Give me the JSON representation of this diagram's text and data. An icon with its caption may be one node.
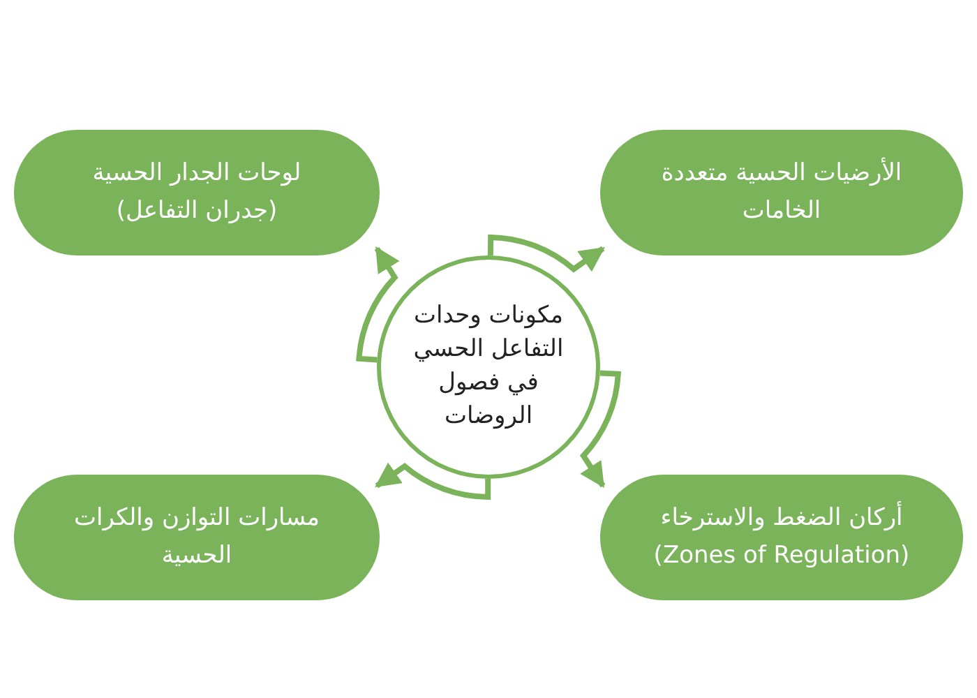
{
  "diagram": {
    "nodes": [
      {
        "text": [
          "مكونات وحدات التفاعل الحسي في فصول الروضات"
        ]
      },
      {
        "text": [
          "الأرضيات الحسية متعددة الخامات"
        ]
      },
      {
        "text": [
          "لوحات الجدار الحسية (جدران التفاعل)"
        ]
      },
      {
        "text": [
          "أركان الضغط والاسترخاء (Zones of Regulation)"
        ]
      },
      {
        "text": [
          "مسارات التوازن والكرات الحسية"
        ]
      }
    ],
    "edges": [
      {
        "from": 0,
        "to": 1,
        "arrow": "to"
      },
      {
        "from": 0,
        "to": 2,
        "arrow": "to"
      },
      {
        "from": 0,
        "to": 3,
        "arrow": "to"
      },
      {
        "from": 0,
        "to": 4,
        "arrow": "to"
      }
    ]
  }
}
